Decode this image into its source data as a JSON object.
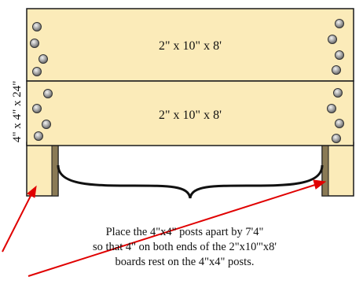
{
  "figure": {
    "top_board_label": "2\" x 10\" x 8'",
    "bottom_board_label": "2\" x 10\" x 8'",
    "post_label": "4\" x 4\" x 24\"",
    "note_lines": [
      "Place the 4\"x4\" posts apart by 7'4\"",
      "so that 4\" on both ends of the 2\"x10'\"x8'",
      "boards rest on the 4\"x4\" posts."
    ]
  },
  "colors": {
    "wood": "#FBEBB9",
    "outline": "#1a1a1a",
    "post_shadow": "#8a7a55",
    "arrow": "#e00000",
    "bolt": "#8c8c8c"
  }
}
